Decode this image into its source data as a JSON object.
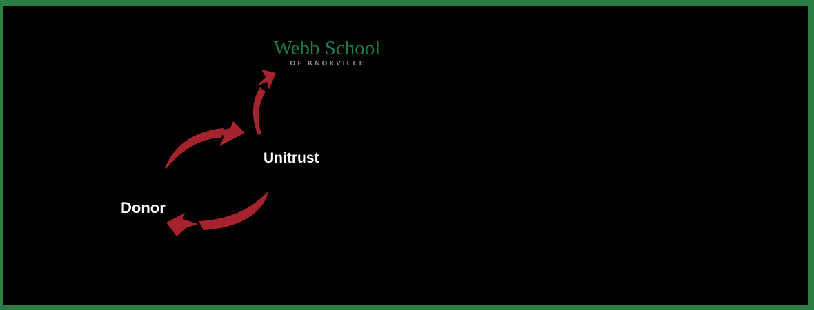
{
  "colors": {
    "background": "#000000",
    "border-green": "#2b7d45",
    "logo-green": "#1e7b4d",
    "logo-gray": "#8e9091",
    "arrow-red": "#a5232d",
    "label-white": "#ffffff"
  },
  "logo": {
    "title": "Webb School",
    "subtitle": "OF KNOXVILLE"
  },
  "diagram": {
    "nodes": [
      {
        "id": "donor",
        "label": "Donor"
      },
      {
        "id": "unitrust",
        "label": "Unitrust"
      },
      {
        "id": "charity",
        "label": "Webb School"
      }
    ],
    "arrows": [
      {
        "from": "donor",
        "to": "unitrust"
      },
      {
        "from": "unitrust",
        "to": "charity"
      },
      {
        "from": "unitrust",
        "to": "donor"
      }
    ]
  }
}
